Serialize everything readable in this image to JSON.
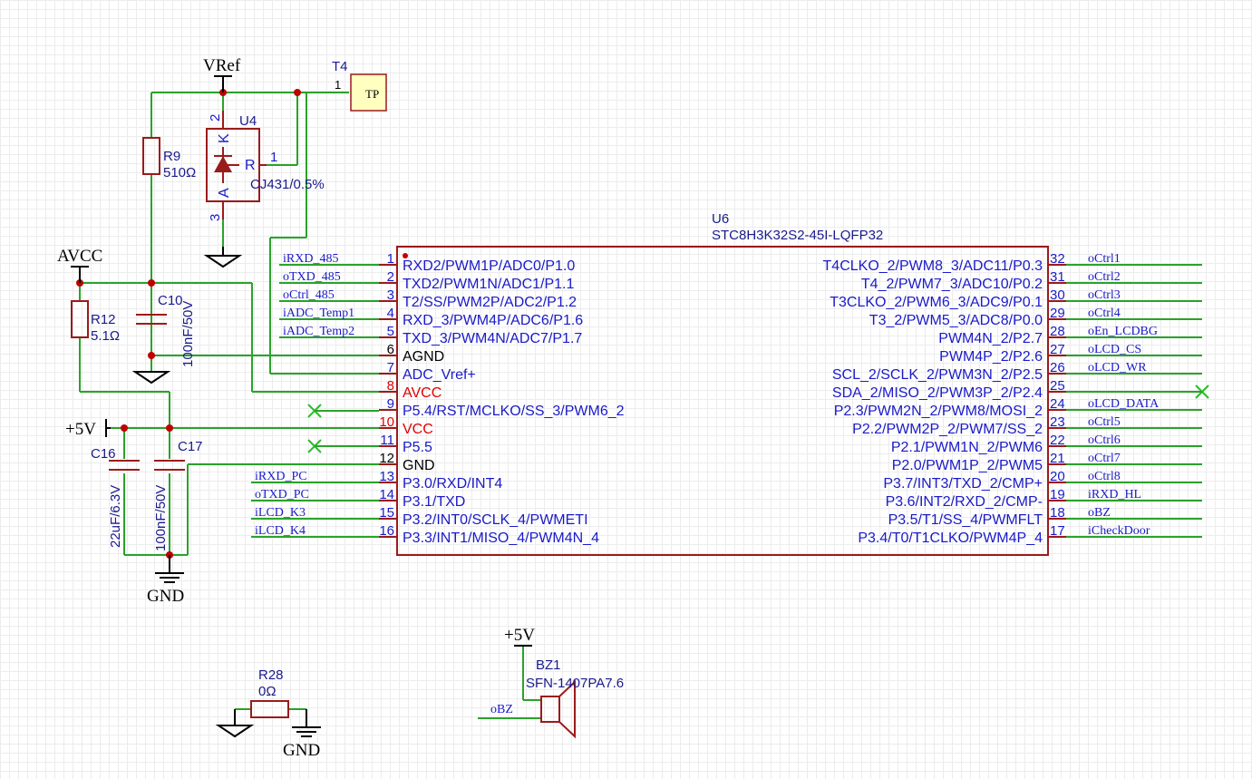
{
  "title": "",
  "power_labels": {
    "vref": "VRef",
    "avcc": "AVCC",
    "p5v": "+5V",
    "gnd": "GND",
    "gnd2": "GND",
    "p5v2": "+5V"
  },
  "components": {
    "t4": {
      "designator": "T4",
      "label": "TP",
      "pin": "1"
    },
    "u4": {
      "designator": "U4",
      "value": "CJ431/0.5%",
      "pin_k": "K",
      "pin_a": "A",
      "pin_r": "R",
      "pin2": "2",
      "pin1": "1",
      "pin3": "3"
    },
    "r9": {
      "designator": "R9",
      "value": "510Ω"
    },
    "r12": {
      "designator": "R12",
      "value": "5.1Ω"
    },
    "c10": {
      "designator": "C10",
      "value": "100nF/50V"
    },
    "c16": {
      "designator": "C16",
      "value": "22uF/6.3V"
    },
    "c17": {
      "designator": "C17",
      "value": "100nF/50V"
    },
    "r28": {
      "designator": "R28",
      "value": "0Ω"
    },
    "bz1": {
      "designator": "BZ1",
      "value": "SFN-1407PA7.6"
    }
  },
  "u6": {
    "designator": "U6",
    "part": "STC8H3K32S2-45I-LQFP32",
    "left_pins": [
      {
        "num": "1",
        "name": "RXD2/PWM1P/ADC0/P1.0",
        "net": "iRXD_485",
        "style": "blue"
      },
      {
        "num": "2",
        "name": "TXD2/PWM1N/ADC1/P1.1",
        "net": "oTXD_485",
        "style": "blue"
      },
      {
        "num": "3",
        "name": "T2/SS/PWM2P/ADC2/P1.2",
        "net": "oCtrl_485",
        "style": "blue"
      },
      {
        "num": "4",
        "name": "RXD_3/PWM4P/ADC6/P1.6",
        "net": "iADC_Temp1",
        "style": "blue"
      },
      {
        "num": "5",
        "name": "TXD_3/PWM4N/ADC7/P1.7",
        "net": "iADC_Temp2",
        "style": "blue"
      },
      {
        "num": "6",
        "name": "AGND",
        "net": "",
        "style": "black"
      },
      {
        "num": "7",
        "name": "ADC_Vref+",
        "net": "",
        "style": "blue"
      },
      {
        "num": "8",
        "name": "AVCC",
        "net": "",
        "style": "red"
      },
      {
        "num": "9",
        "name": "P5.4/RST/MCLKO/SS_3/PWM6_2",
        "net": "",
        "style": "blue"
      },
      {
        "num": "10",
        "name": "VCC",
        "net": "",
        "style": "red"
      },
      {
        "num": "11",
        "name": "P5.5",
        "net": "",
        "style": "blue"
      },
      {
        "num": "12",
        "name": "GND",
        "net": "",
        "style": "black"
      },
      {
        "num": "13",
        "name": "P3.0/RXD/INT4",
        "net": "iRXD_PC",
        "style": "blue"
      },
      {
        "num": "14",
        "name": "P3.1/TXD",
        "net": "oTXD_PC",
        "style": "blue"
      },
      {
        "num": "15",
        "name": "P3.2/INT0/SCLK_4/PWMETI",
        "net": "iLCD_K3",
        "style": "blue"
      },
      {
        "num": "16",
        "name": "P3.3/INT1/MISO_4/PWM4N_4",
        "net": "iLCD_K4",
        "style": "blue"
      }
    ],
    "right_pins": [
      {
        "num": "32",
        "name": "T4CLKO_2/PWM8_3/ADC11/P0.3",
        "net": "oCtrl1"
      },
      {
        "num": "31",
        "name": "T4_2/PWM7_3/ADC10/P0.2",
        "net": "oCtrl2"
      },
      {
        "num": "30",
        "name": "T3CLKO_2/PWM6_3/ADC9/P0.1",
        "net": "oCtrl3"
      },
      {
        "num": "29",
        "name": "T3_2/PWM5_3/ADC8/P0.0",
        "net": "oCtrl4"
      },
      {
        "num": "28",
        "name": "PWM4N_2/P2.7",
        "net": "oEn_LCDBG"
      },
      {
        "num": "27",
        "name": "PWM4P_2/P2.6",
        "net": "oLCD_CS"
      },
      {
        "num": "26",
        "name": "SCL_2/SCLK_2/PWM3N_2/P2.5",
        "net": "oLCD_WR"
      },
      {
        "num": "25",
        "name": "SDA_2/MISO_2/PWM3P_2/P2.4",
        "net": ""
      },
      {
        "num": "24",
        "name": "P2.3/PWM2N_2/PWM8/MOSI_2",
        "net": "oLCD_DATA"
      },
      {
        "num": "23",
        "name": "P2.2/PWM2P_2/PWM7/SS_2",
        "net": "oCtrl5"
      },
      {
        "num": "22",
        "name": "P2.1/PWM1N_2/PWM6",
        "net": "oCtrl6"
      },
      {
        "num": "21",
        "name": "P2.0/PWM1P_2/PWM5",
        "net": "oCtrl7"
      },
      {
        "num": "20",
        "name": "P3.7/INT3/TXD_2/CMP+",
        "net": "oCtrl8"
      },
      {
        "num": "19",
        "name": "P3.6/INT2/RXD_2/CMP-",
        "net": "iRXD_HL"
      },
      {
        "num": "18",
        "name": "P3.5/T1/SS_4/PWMFLT",
        "net": "oBZ"
      },
      {
        "num": "17",
        "name": "P3.4/T0/T1CLKO/PWM4P_4",
        "net": "iCheckDoor"
      }
    ]
  },
  "buzzer_net": "oBZ",
  "colors": {
    "wire": "#2aa32a",
    "component": "#9a1b1b",
    "junction": "#c00000",
    "pin_text": "#1a1ac8",
    "power_pin_text": "#e00000",
    "no_connect": "#27c027",
    "testpoint_fill": "#ffffc0"
  }
}
